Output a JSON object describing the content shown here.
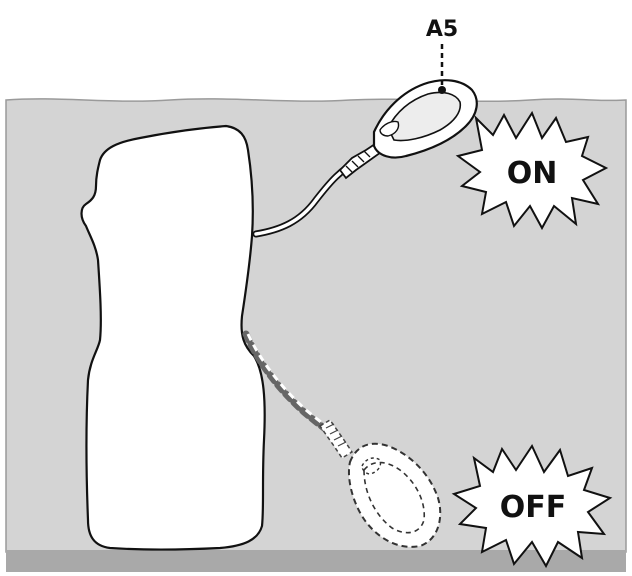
{
  "diagram": {
    "part_label": "A5",
    "state_on": "ON",
    "state_off": "OFF"
  },
  "colors": {
    "liquid": "#d4d4d4",
    "tank_floor": "#a9a9a9",
    "outline": "#111111",
    "tank_body": "#ffffff"
  },
  "icons": {
    "on_burst": "starburst-icon",
    "off_burst": "starburst-icon"
  }
}
